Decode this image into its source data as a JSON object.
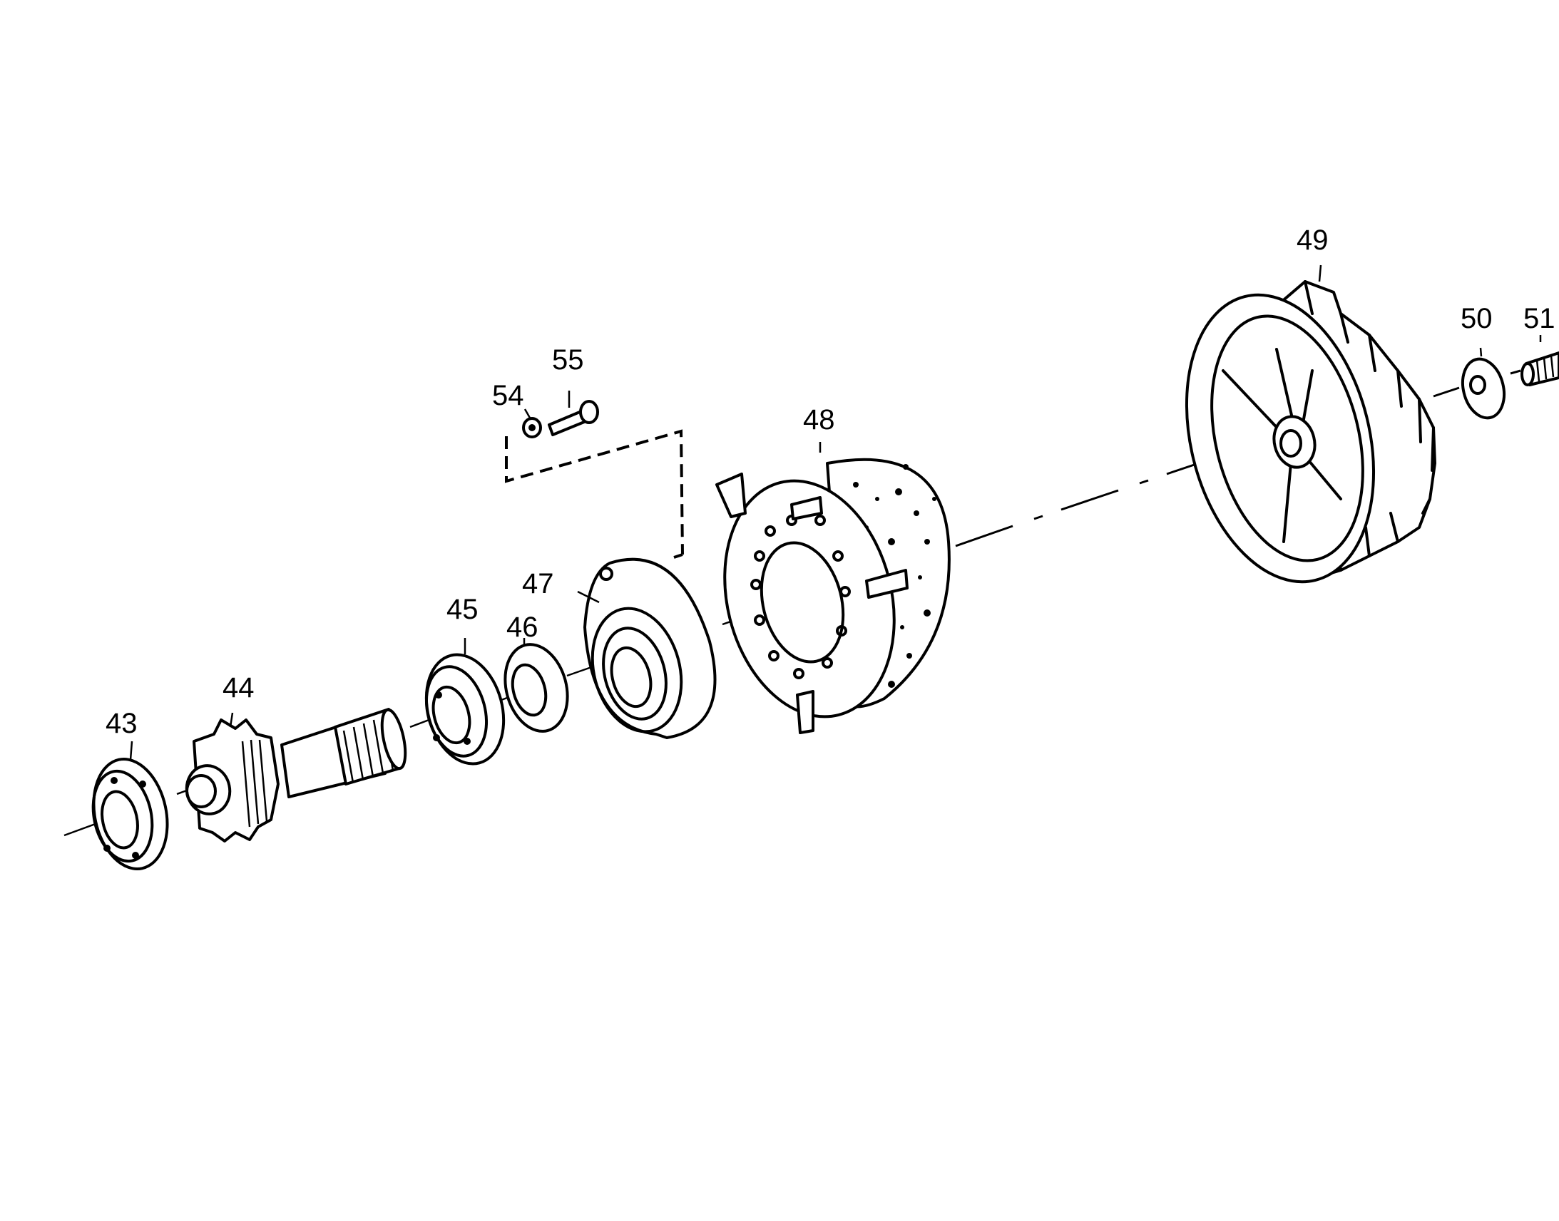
{
  "diagram": {
    "callouts": [
      "43",
      "44",
      "45",
      "46",
      "47",
      "48",
      "49",
      "50",
      "51",
      "54",
      "55"
    ]
  },
  "colors": {
    "line": "#000000",
    "background": "#ffffff"
  }
}
